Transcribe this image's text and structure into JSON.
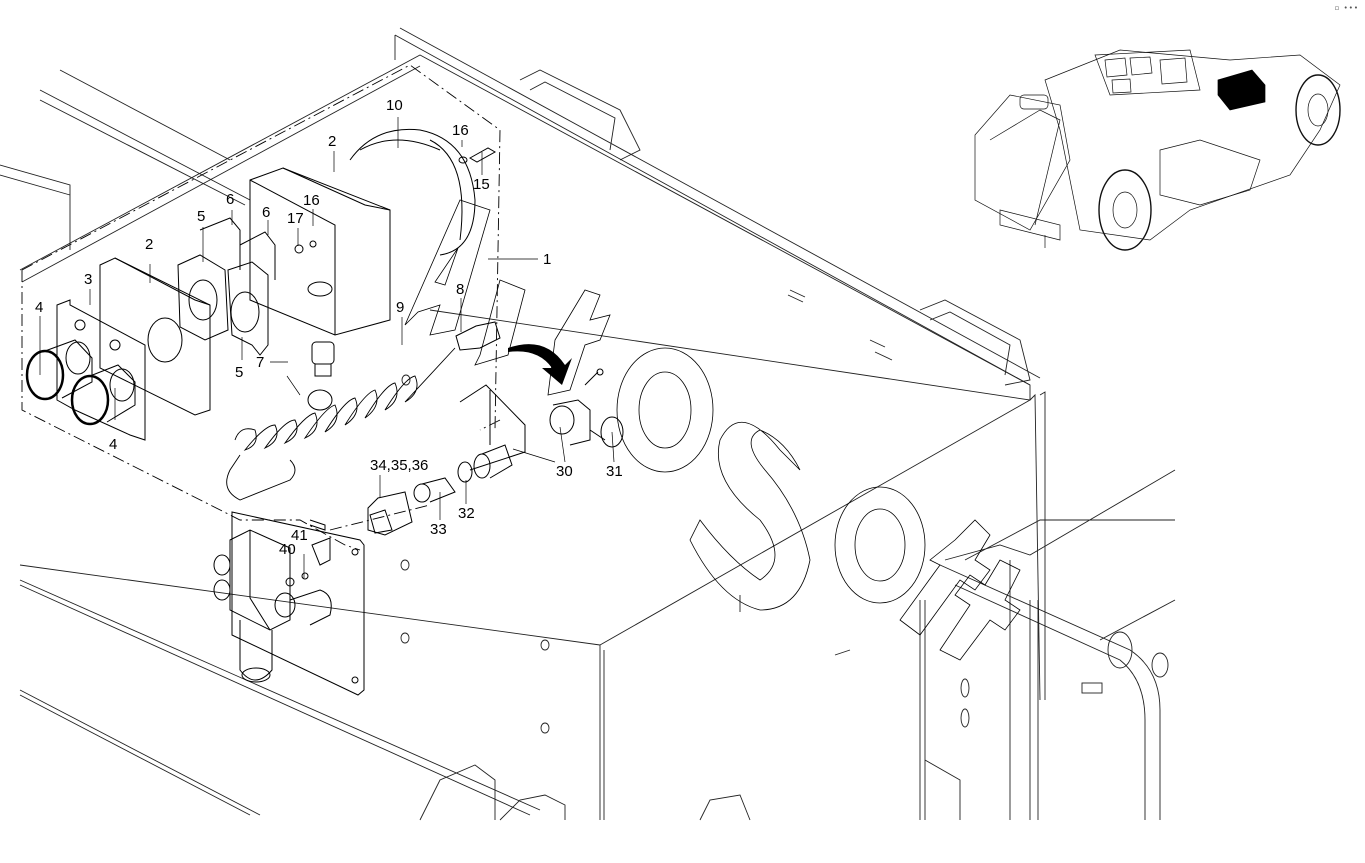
{
  "diagram": {
    "type": "exploded-parts-view",
    "subject": "Control panel push-button assembly with coiled cable and connectors",
    "watermark": "AutoSoft",
    "toolbar_icons": [
      "expand-icon",
      "more-options-icon"
    ],
    "callouts": [
      {
        "id": "c1",
        "label": "1"
      },
      {
        "id": "c2a",
        "label": "2"
      },
      {
        "id": "c2b",
        "label": "2"
      },
      {
        "id": "c3",
        "label": "3"
      },
      {
        "id": "c4a",
        "label": "4"
      },
      {
        "id": "c4b",
        "label": "4"
      },
      {
        "id": "c5a",
        "label": "5"
      },
      {
        "id": "c5b",
        "label": "5"
      },
      {
        "id": "c6a",
        "label": "6"
      },
      {
        "id": "c6b",
        "label": "6"
      },
      {
        "id": "c7",
        "label": "7"
      },
      {
        "id": "c8",
        "label": "8"
      },
      {
        "id": "c9",
        "label": "9"
      },
      {
        "id": "c10",
        "label": "10"
      },
      {
        "id": "c15",
        "label": "15"
      },
      {
        "id": "c16a",
        "label": "16"
      },
      {
        "id": "c16b",
        "label": "16"
      },
      {
        "id": "c17",
        "label": "17"
      },
      {
        "id": "c30",
        "label": "30"
      },
      {
        "id": "c31",
        "label": "31"
      },
      {
        "id": "c32",
        "label": "32"
      },
      {
        "id": "c33",
        "label": "33"
      },
      {
        "id": "c34",
        "label": "34,35,36"
      },
      {
        "id": "c40",
        "label": "40"
      },
      {
        "id": "c41",
        "label": "41"
      }
    ],
    "locator_view": {
      "description": "Overview of machine with highlighted component location",
      "highlight_color": "#000000"
    }
  }
}
